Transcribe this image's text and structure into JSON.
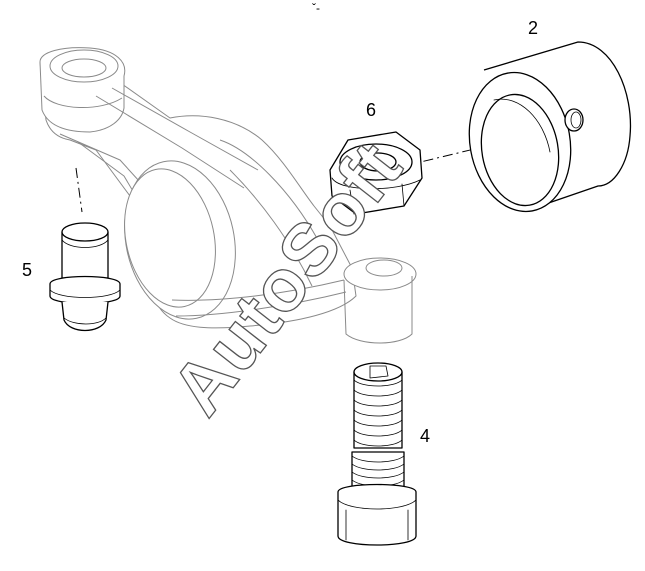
{
  "diagram": {
    "callouts": {
      "part_2": "2",
      "part_4": "4",
      "part_5": "5",
      "part_6": "6"
    },
    "watermark": "AutoSoft",
    "top_mark": "ˇ-"
  },
  "colors": {
    "line": "#000000",
    "background": "#ffffff",
    "watermark_outline": "#555555"
  }
}
